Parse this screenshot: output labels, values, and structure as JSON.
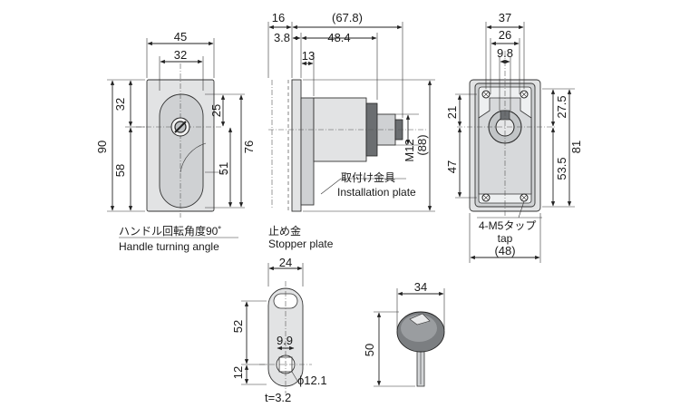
{
  "views": {
    "front": {
      "dims": {
        "width": "45",
        "inner_width": "32",
        "upper": "32",
        "lower": "58",
        "total": "90",
        "d25": "25",
        "d51": "51",
        "d76": "76"
      },
      "note_jp": "ハンドル回転角度90˚",
      "note_en": "Handle turning angle"
    },
    "side": {
      "dims": {
        "d16": "16",
        "d67_8": "(67.8)",
        "d3_8": "3.8",
        "d48_4": "48.4",
        "d13": "13",
        "m12": "M12",
        "d88": "(88)"
      },
      "install_jp": "取付け金具",
      "install_en": "Installation plate",
      "stopper_jp": "止め金",
      "stopper_en": "Stopper plate"
    },
    "back": {
      "dims": {
        "d37": "37",
        "d26": "26",
        "d9_8": "9.8",
        "d21": "21",
        "d47": "47",
        "d27_5": "27.5",
        "d53_5": "53.5",
        "d81": "81",
        "d48": "(48)"
      },
      "tap_jp": "4-M5タップ",
      "tap_en": "tap"
    },
    "stopper": {
      "dims": {
        "d24": "24",
        "d52": "52",
        "d9_9": "9.9",
        "d12": "12",
        "phi": "ϕ12.1",
        "thick": "t=3.2"
      }
    },
    "key": {
      "dims": {
        "d34": "34",
        "d50": "50"
      }
    }
  }
}
